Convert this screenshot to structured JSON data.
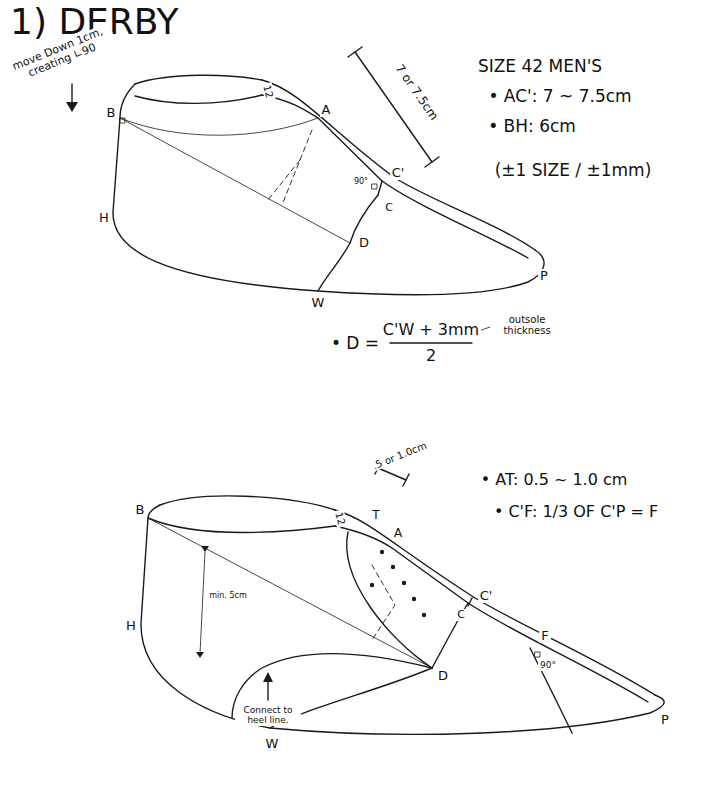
{
  "diagram": {
    "title": "1) DERBY",
    "labels": [
      "move Down 1cm, creating ∟90",
      "B",
      "12",
      "A",
      "7 or 7.5cm",
      "SIZE 42 MEN'S",
      "• AC': 7 ~ 7.5cm",
      "• BH: 6cm",
      "(±1 SIZE / ±1mm)",
      "90°",
      "C'",
      "C",
      "H",
      "D",
      "W",
      "P",
      "• D =",
      "C'W + 3mm",
      "2",
      "outsole thickness",
      ".5 or 1.0cm",
      "• AT: 0.5 ~ 1.0 cm",
      "• C'F: 1/3 OF C'P = F",
      "T",
      "A",
      "12",
      "B",
      "min. 5cm",
      "H",
      "C'",
      "C",
      "F",
      "90°",
      "D",
      "P",
      "W",
      "Connect to heel line."
    ]
  }
}
